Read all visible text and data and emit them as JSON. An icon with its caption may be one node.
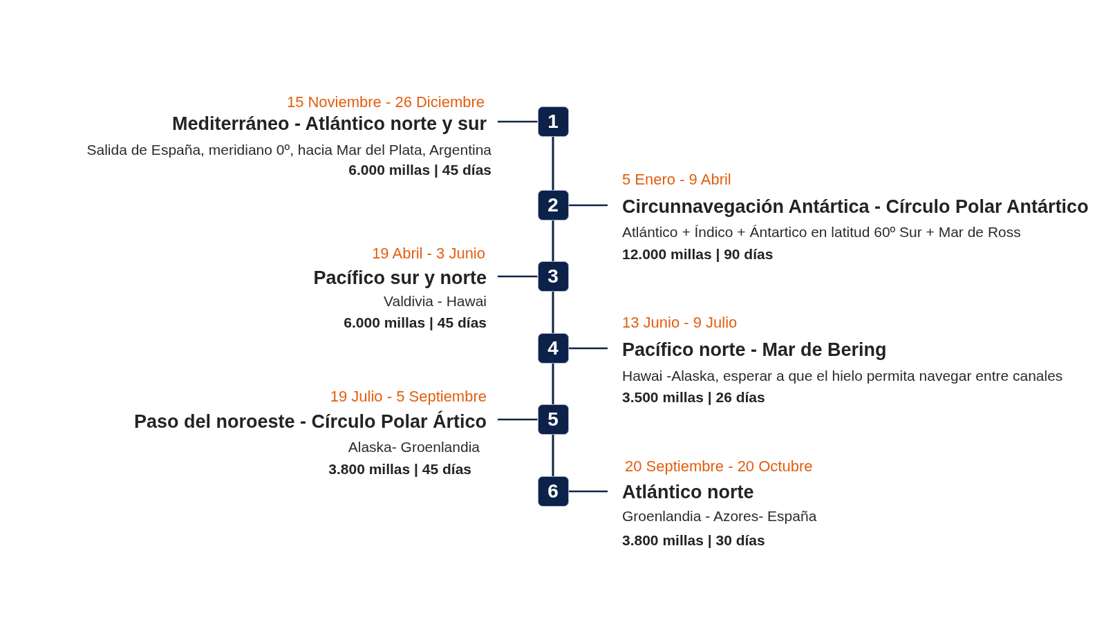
{
  "diagram": {
    "nodes": [
      {
        "text": [
          "15 Noviembre - 26 Diciembre",
          "Mediterráneo - Atlántico norte y sur",
          "Salida de España, meridiano 0º, hacia Mar del Plata, Argentina",
          "6.000 millas | 45 días"
        ]
      },
      {
        "text": [
          "1"
        ]
      },
      {
        "text": [
          "2"
        ]
      },
      {
        "text": [
          "5 Enero - 9 Abril",
          "Circunnavegación Antártica - Círculo Polar Antártico",
          "Atlántico + Índico + Ántartico en latitud 60º Sur + Mar de Ross",
          "12.000 millas | 90 días"
        ]
      },
      {
        "text": [
          "19 Abril - 3 Junio",
          "Pacífico sur y norte",
          "Valdivia - Hawai",
          "6.000 millas | 45 días"
        ]
      },
      {
        "text": [
          "3"
        ]
      },
      {
        "text": [
          "4"
        ]
      },
      {
        "text": [
          "13 Junio - 9 Julio",
          "Pacífico norte - Mar de Bering",
          "Hawai -Alaska, esperar a que el hielo permita navegar entre canales",
          "3.500 millas | 26 días"
        ]
      },
      {
        "text": [
          "19 Julio - 5 Septiembre",
          "Paso del noroeste - Círculo Polar Ártico",
          "Alaska- Groenlandia",
          "3.800 millas | 45 días"
        ]
      },
      {
        "text": [
          "5"
        ]
      },
      {
        "text": [
          "6"
        ]
      },
      {
        "text": [
          "20 Septiembre - 20 Octubre",
          "Atlántico norte",
          "Groenlandia - Azores- España",
          "3.800 millas | 30 días"
        ]
      }
    ],
    "edges": [
      {
        "from": 1,
        "to": 0,
        "arrow": "none"
      },
      {
        "from": 1,
        "to": 2,
        "arrow": "none"
      },
      {
        "from": 2,
        "to": 3,
        "arrow": "none"
      },
      {
        "from": 2,
        "to": 5,
        "arrow": "none"
      },
      {
        "from": 5,
        "to": 4,
        "arrow": "none"
      },
      {
        "from": 5,
        "to": 6,
        "arrow": "none"
      },
      {
        "from": 6,
        "to": 7,
        "arrow": "none"
      },
      {
        "from": 6,
        "to": 9,
        "arrow": "none"
      },
      {
        "from": 9,
        "to": 8,
        "arrow": "none"
      },
      {
        "from": 9,
        "to": 10,
        "arrow": "none"
      },
      {
        "from": 10,
        "to": 11,
        "arrow": "none"
      }
    ]
  }
}
